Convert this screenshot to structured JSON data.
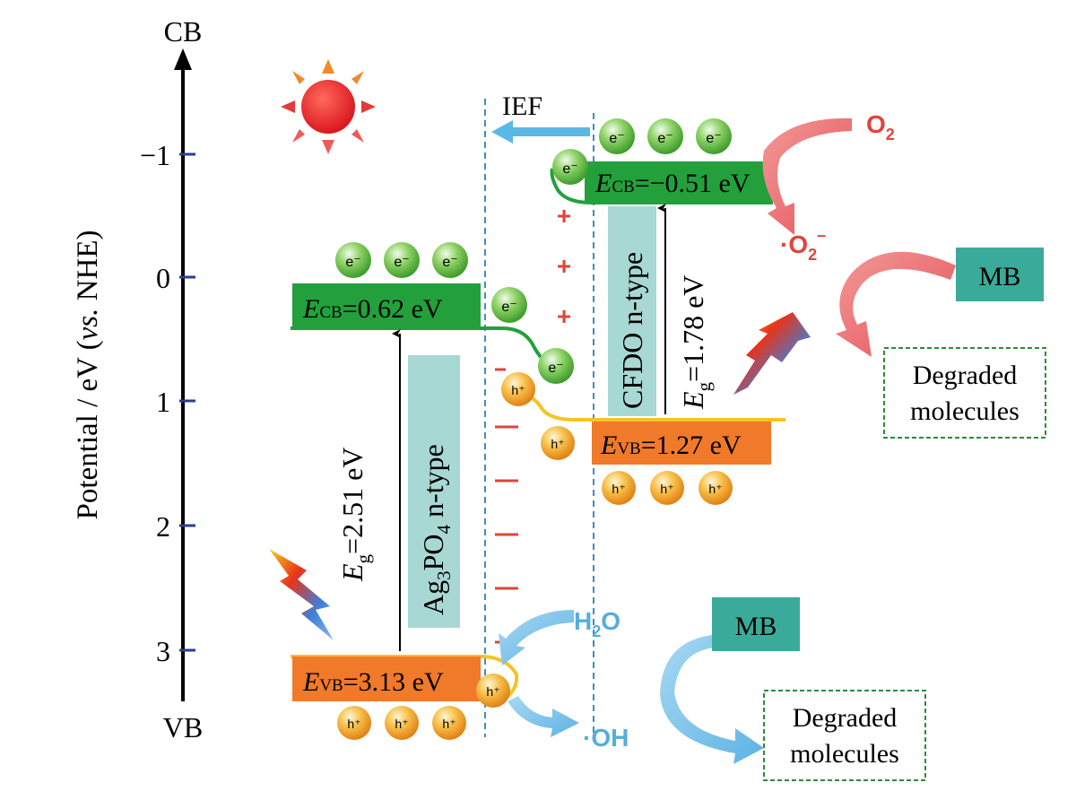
{
  "axis": {
    "top_label": "CB",
    "bottom_label": "VB",
    "title": "Potential / eV (",
    "title_italic": "vs.",
    "title_end": " NHE)",
    "ticks": [
      "−1",
      "0",
      "1",
      "2",
      "3"
    ],
    "tick_values": [
      -1,
      0,
      1,
      2,
      3
    ]
  },
  "ag3po4": {
    "cb_prefix": "E",
    "cb_sub": "CB",
    "cb_text": "=0.62 eV",
    "vb_prefix": "E",
    "vb_sub": "VB",
    "vb_text": "=3.13 eV",
    "eg_prefix": "E",
    "eg_sub": "g",
    "eg_text": "=2.51 eV",
    "type_a": "Ag",
    "type_sub1": "3",
    "type_b": "PO",
    "type_sub2": "4",
    "type_c": " n-type"
  },
  "cfdo": {
    "cb_prefix": "E",
    "cb_sub": "CB",
    "cb_text": "=−0.51 eV",
    "vb_prefix": "E",
    "vb_sub": "VB",
    "vb_text": "=1.27 eV",
    "eg_prefix": "E",
    "eg_sub": "g",
    "eg_text": "=1.78 eV",
    "type_label": "CFDO n-type"
  },
  "electron": "e⁻",
  "hole": "h⁺",
  "ief": "IEF",
  "plus_sign": "+",
  "minus_sign": "–",
  "species": {
    "o2": "O",
    "o2_sub": "2",
    "superoxide": "·O",
    "superoxide_sub": "2",
    "superoxide_sup": "–",
    "water": "H",
    "water_sub": "2",
    "water_end": "O",
    "hydroxyl": "·OH"
  },
  "mb": "MB",
  "degraded_line1": "Degraded",
  "degraded_line2": "molecules",
  "colors": {
    "cb_band": "#23a03c",
    "vb_band": "#f07a2a",
    "band_line_yellow": "#f5c422",
    "electron_green": "#56b83a",
    "hole_orange": "#f4a018",
    "ief_arrow": "#5bb8e6",
    "type_label_bg": "#a8d8d4",
    "mb_bg": "#3aaa9a",
    "red_species": "#e0443a",
    "blue_species": "#55aedb",
    "sun": "#e8202a",
    "degraded_border": "#2e8b3a",
    "tick_blue": "#2c3e8c"
  }
}
